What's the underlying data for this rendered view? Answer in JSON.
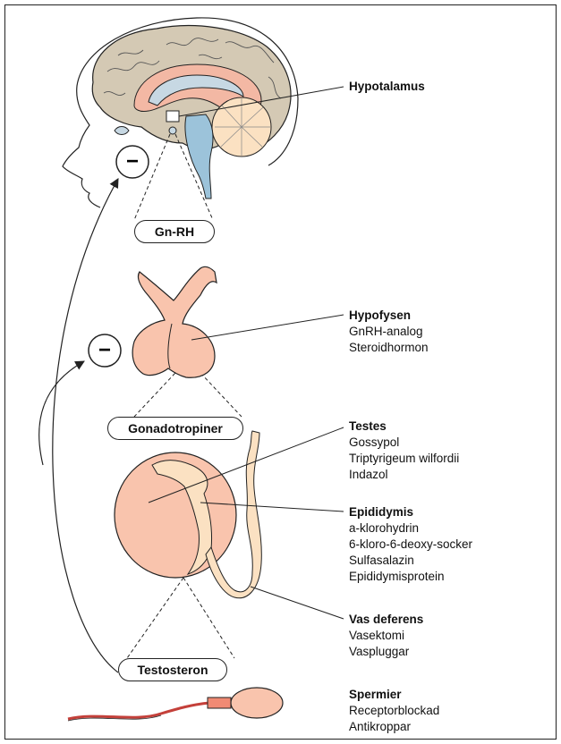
{
  "colors": {
    "brain": "#d4c9b4",
    "inner_brain": "#f3b8a4",
    "ventricle": "#c7d8e3",
    "organ": "#f9c4ad",
    "epididymis": "#fbe1c2",
    "stroke": "#222222"
  },
  "signals": {
    "gnrh": "Gn-RH",
    "gonadotropins": "Gonadotropiner",
    "testosterone": "Testosteron",
    "minus_top": "−",
    "minus_mid": "−"
  },
  "labels": [
    {
      "key": "hypothalamus",
      "title": "Hypotalamus",
      "items": []
    },
    {
      "key": "pituitary",
      "title": "Hypofysen",
      "items": [
        "GnRH-analog",
        "Steroidhormon"
      ]
    },
    {
      "key": "testes",
      "title": "Testes",
      "items": [
        "Gossypol",
        "Triptyrigeum wilfordii",
        "Indazol"
      ]
    },
    {
      "key": "epididymis",
      "title": "Epididymis",
      "items": [
        "a-klorohydrin",
        "6-kloro-6-deoxy-socker",
        "Sulfasalazin",
        "Epididymisprotein"
      ]
    },
    {
      "key": "vas_deferens",
      "title": "Vas deferens",
      "items": [
        "Vasektomi",
        "Vaspluggar"
      ]
    },
    {
      "key": "sperm",
      "title": "Spermier",
      "items": [
        "Receptorblockad",
        "Antikroppar"
      ]
    }
  ]
}
